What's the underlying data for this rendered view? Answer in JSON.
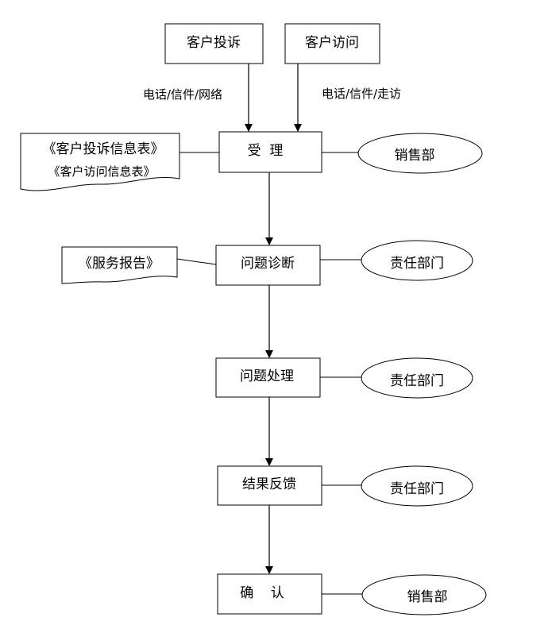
{
  "sources": {
    "complaint": "客户投诉",
    "visit": "客户访问"
  },
  "channels": {
    "complaint": "电话/信件/网络",
    "visit": "电话/信件/走访"
  },
  "steps": {
    "accept": "受  理",
    "diagnose": "问题诊断",
    "handle": "问题处理",
    "feedback": "结果反馈",
    "confirm": "确    认"
  },
  "departments": {
    "accept": "销售部",
    "diagnose": "责任部门",
    "handle": "责任部门",
    "feedback": "责任部门",
    "confirm": "销售部"
  },
  "documents": {
    "forms_line1": "《客户投诉信息表》",
    "forms_line2": "《客户访问信息表》",
    "report": "《服务报告》"
  }
}
